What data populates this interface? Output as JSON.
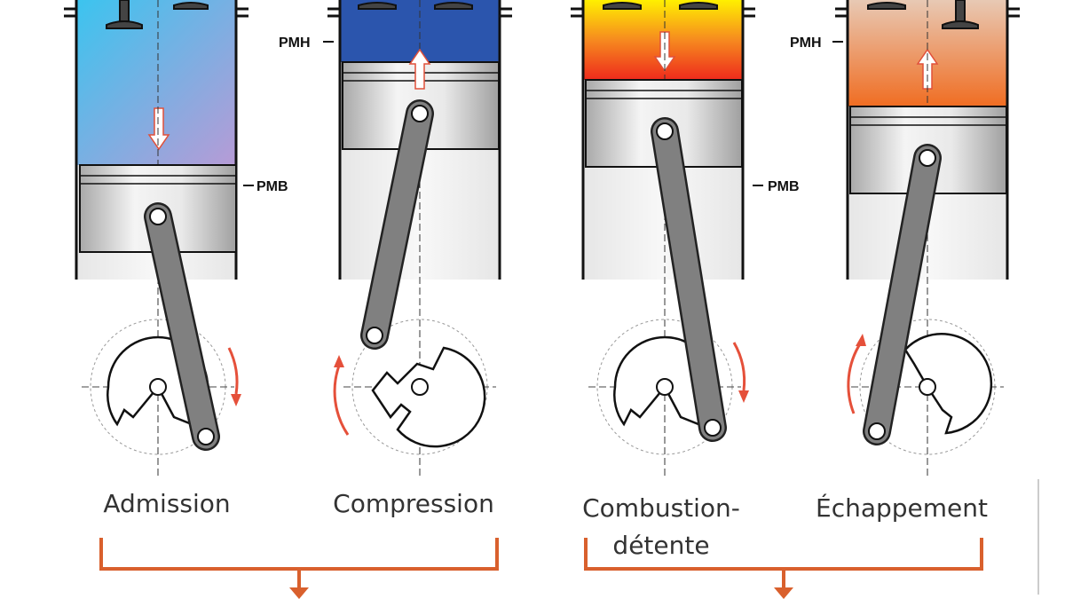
{
  "markers": {
    "top_dead_center": "PMH",
    "bottom_dead_center": "PMB"
  },
  "strokes": [
    {
      "id": "admission",
      "lines": [
        "Admission"
      ],
      "gas_colors": [
        "#3bc4ef",
        "#b79bd6"
      ]
    },
    {
      "id": "compression",
      "lines": [
        "Compression"
      ],
      "gas_colors": [
        "#2b55ad",
        "#2b55ad"
      ]
    },
    {
      "id": "combustion",
      "lines": [
        "Combustion-",
        "détente"
      ],
      "gas_colors": [
        "#fff000",
        "#ee2a1c"
      ]
    },
    {
      "id": "echappement",
      "lines": [
        "Échappement"
      ],
      "gas_colors": [
        "#e8c9b4",
        "#f06d22"
      ]
    }
  ],
  "colors": {
    "bracket": "#d9602d",
    "rotation_arrow": "#e5503a",
    "cylinder_wall": "#eaeaea",
    "rod": "#808080"
  }
}
